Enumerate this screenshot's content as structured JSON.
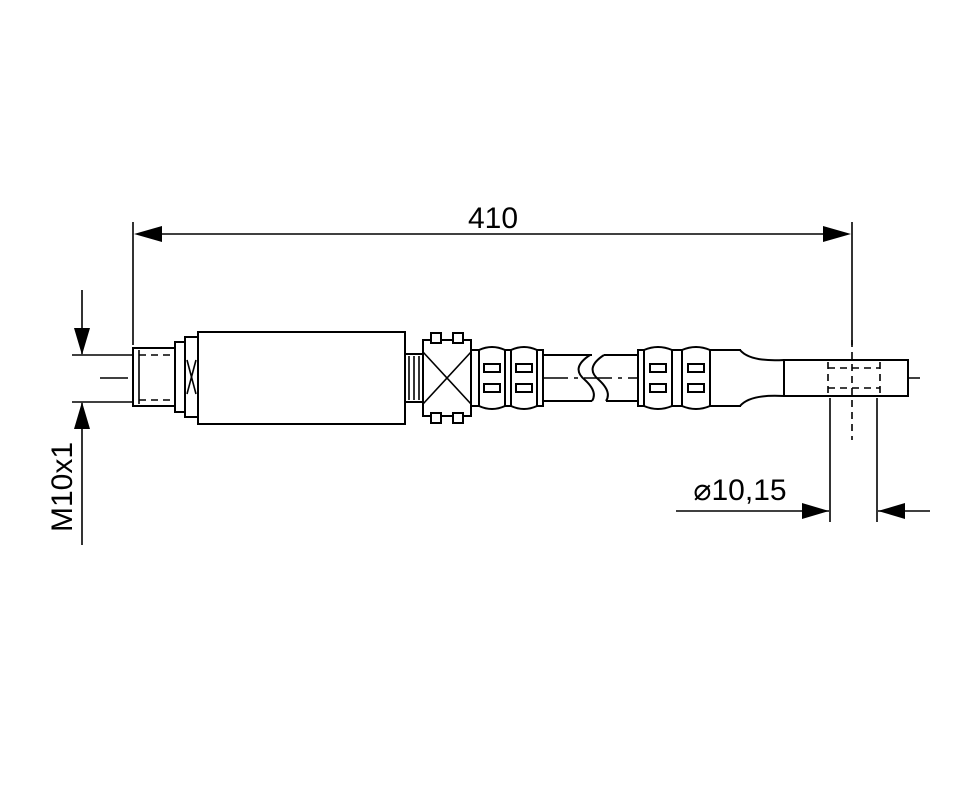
{
  "drawing": {
    "length_label": "410",
    "thread_label": "M10x1",
    "diameter_label": "⌀10,15"
  }
}
